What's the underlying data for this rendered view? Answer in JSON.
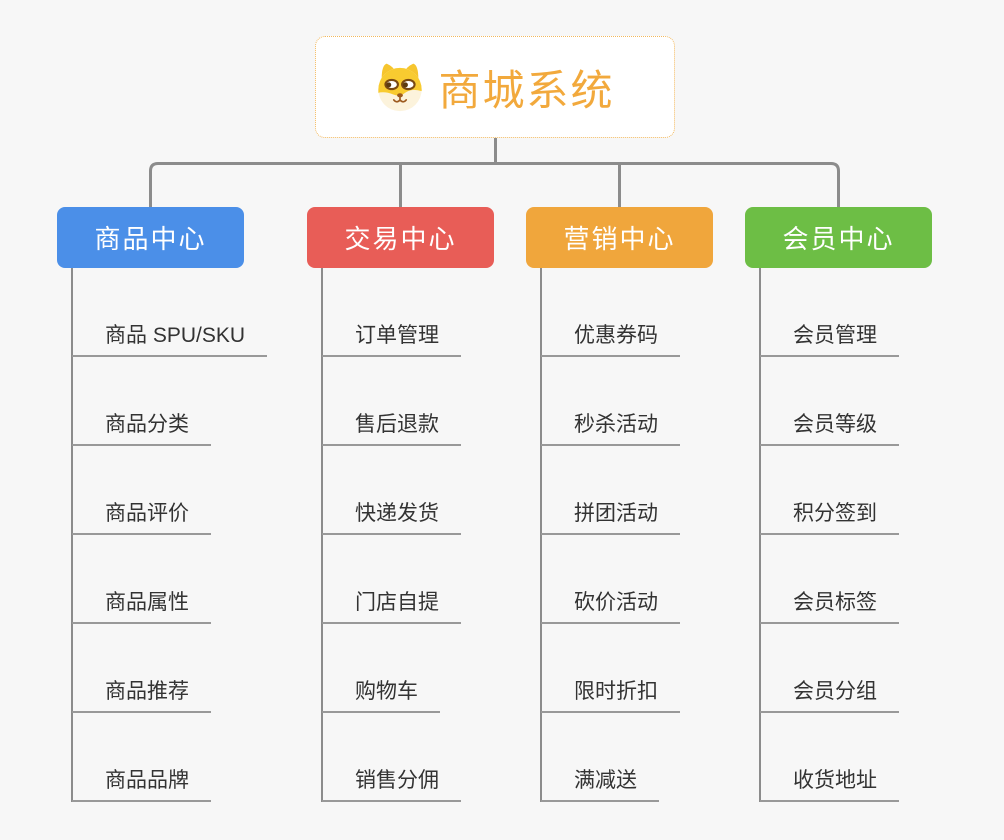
{
  "background_color": "#f7f7f7",
  "connector_color": "#8c8c8c",
  "root": {
    "title": "商城系统",
    "icon": "shiba-dog-icon",
    "text_color": "#f2a93c",
    "border_color": "#f2b95f"
  },
  "branches": [
    {
      "label": "商品中心",
      "color": "#4b8fe8",
      "items": [
        "商品 SPU/SKU",
        "商品分类",
        "商品评价",
        "商品属性",
        "商品推荐",
        "商品品牌"
      ]
    },
    {
      "label": "交易中心",
      "color": "#e85d57",
      "items": [
        "订单管理",
        "售后退款",
        "快递发货",
        "门店自提",
        "购物车",
        "销售分佣"
      ]
    },
    {
      "label": "营销中心",
      "color": "#f0a63c",
      "items": [
        "优惠券码",
        "秒杀活动",
        "拼团活动",
        "砍价活动",
        "限时折扣",
        "满减送"
      ]
    },
    {
      "label": "会员中心",
      "color": "#6dbe45",
      "items": [
        "会员管理",
        "会员等级",
        "积分签到",
        "会员标签",
        "会员分组",
        "收货地址"
      ]
    }
  ]
}
